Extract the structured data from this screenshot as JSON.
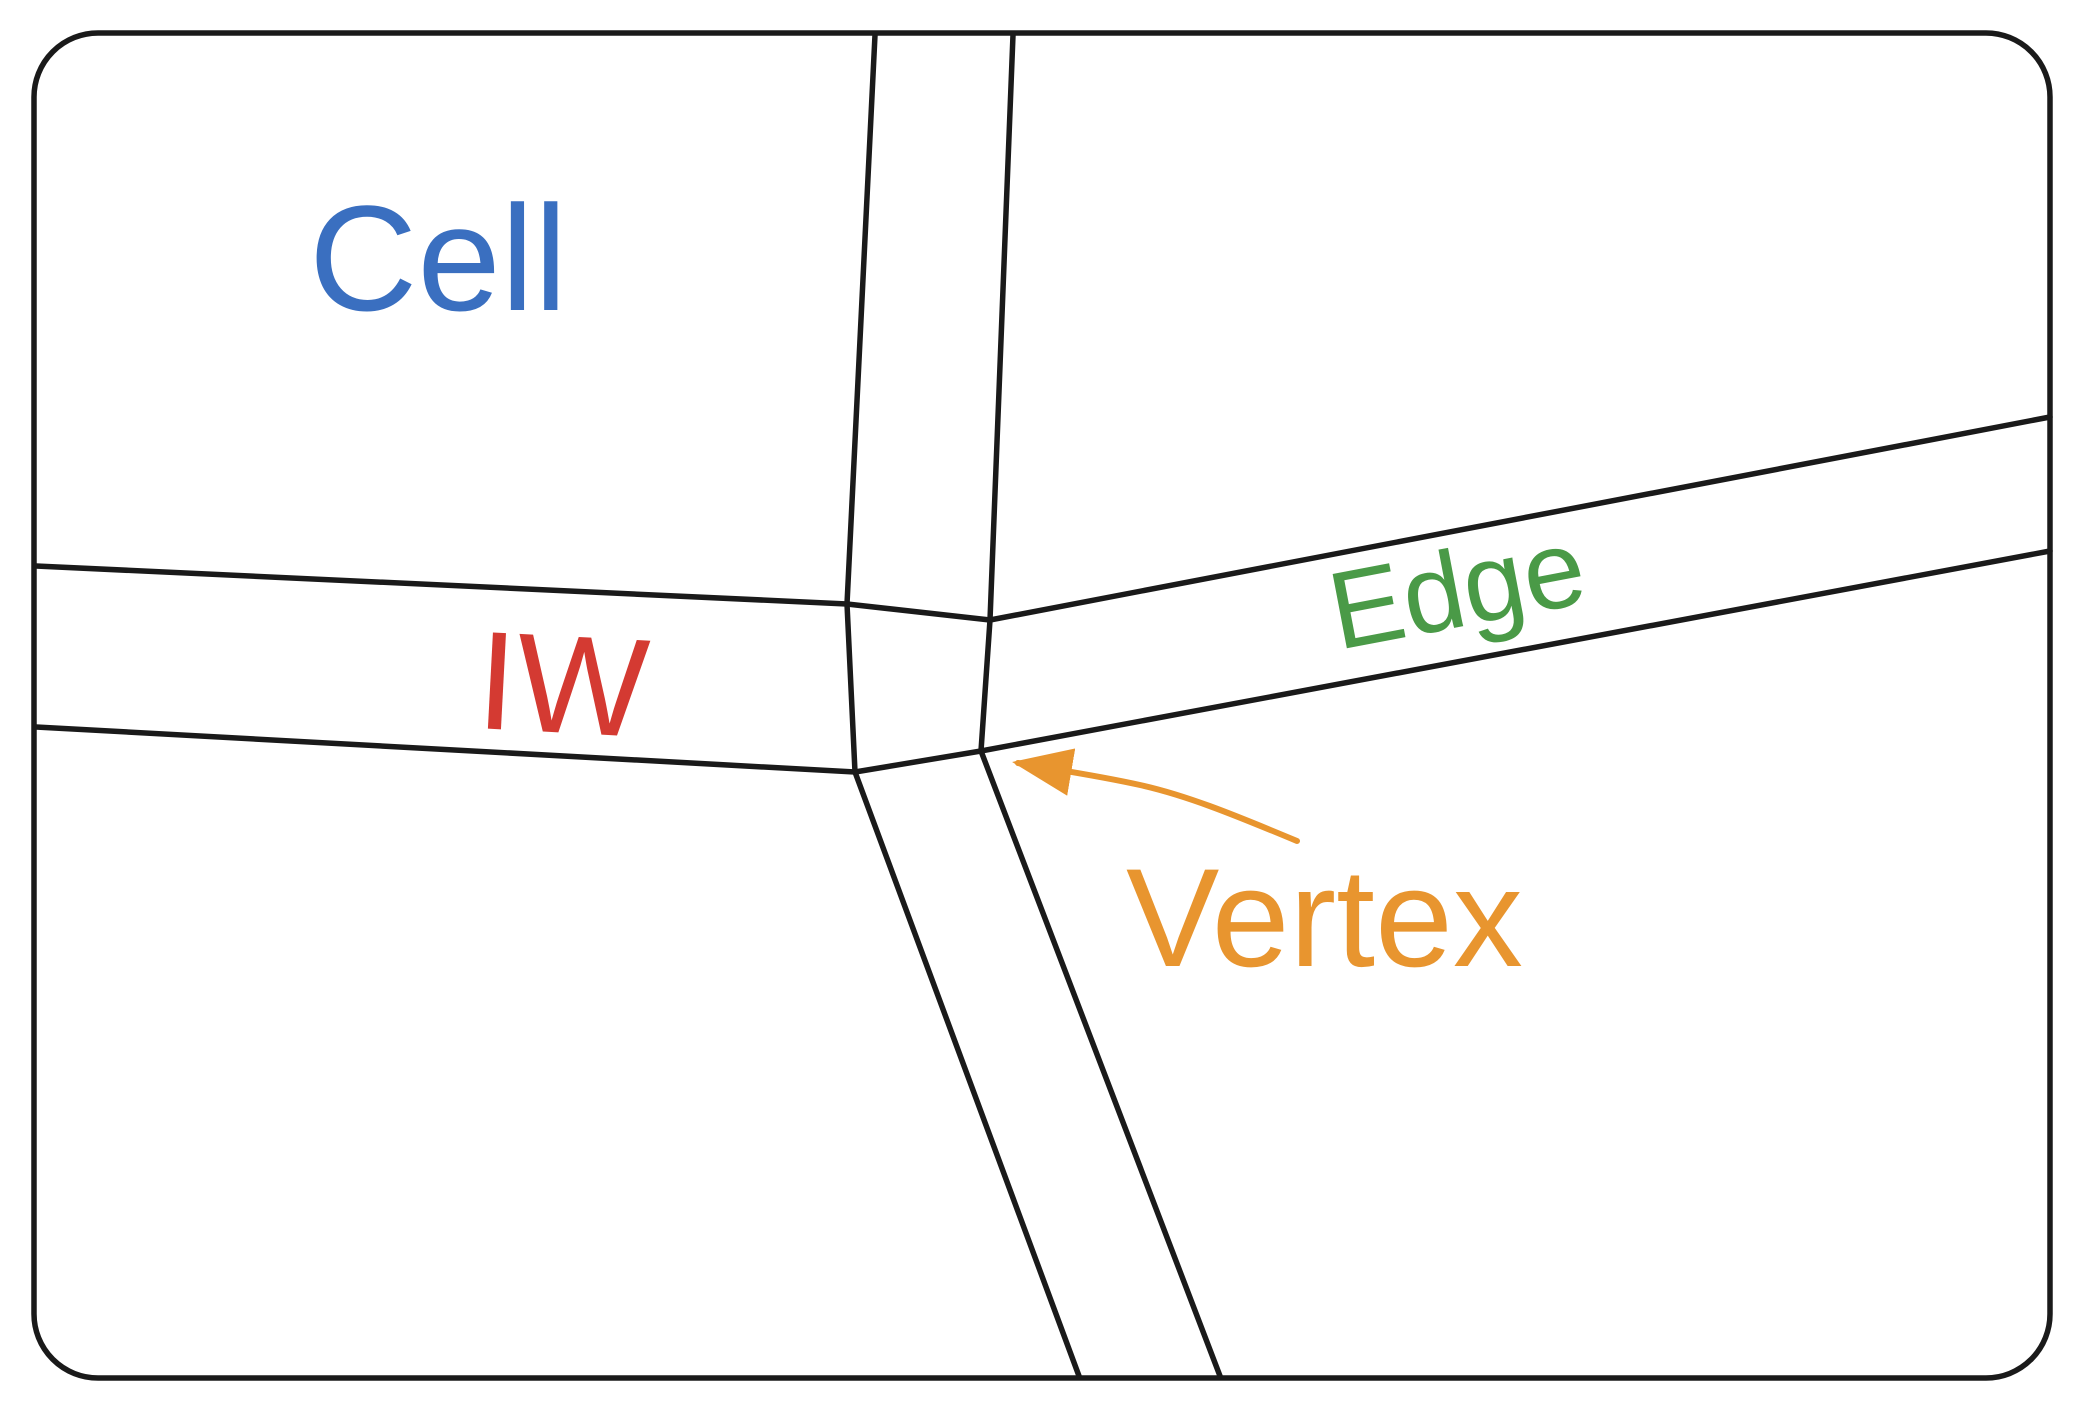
{
  "labels": {
    "cell": "Cell",
    "iw": "IW",
    "edge": "Edge",
    "vertex": "Vertex"
  },
  "colors": {
    "cell": "#3a6fc0",
    "iw": "#d43a32",
    "edge": "#4a9a47",
    "vertex": "#e8952f",
    "line": "#1a1a1a"
  },
  "icons": {
    "pointer": "arrow-icon"
  }
}
